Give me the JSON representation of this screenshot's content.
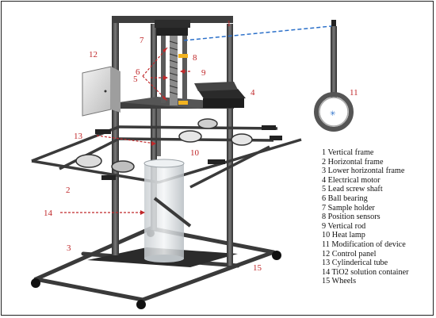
{
  "callouts": [
    {
      "id": "1",
      "text": "1"
    },
    {
      "id": "2",
      "text": "2"
    },
    {
      "id": "3",
      "text": "3"
    },
    {
      "id": "4",
      "text": "4"
    },
    {
      "id": "5",
      "text": "5"
    },
    {
      "id": "6",
      "text": "6"
    },
    {
      "id": "7",
      "text": "7"
    },
    {
      "id": "8",
      "text": "8"
    },
    {
      "id": "9",
      "text": "9"
    },
    {
      "id": "10",
      "text": "10"
    },
    {
      "id": "11",
      "text": "11"
    },
    {
      "id": "12",
      "text": "12"
    },
    {
      "id": "13",
      "text": "13"
    },
    {
      "id": "14",
      "text": "14"
    },
    {
      "id": "15",
      "text": "15"
    }
  ],
  "legend": [
    "1 Vertical frame",
    "2 Horizontal frame",
    "3 Lower horizontal frame",
    "4 Electrical motor",
    "5 Lead screw shaft",
    "6 Ball bearing",
    "7 Sample holder",
    "8 Position sensors",
    "9 Vertical rod",
    "10 Heat lamp",
    "11 Modification of device",
    "12 Control panel",
    "13 Cylinderical tube",
    "14 TiO2 solution container",
    "15 Wheels"
  ],
  "colors": {
    "frame": "#4a4a4a",
    "frame_light": "#8a8a8a",
    "callout_red": "#c0282a",
    "callout_blue": "#2a6fc9",
    "sensor_yellow": "#f2b320",
    "container": "#d9dde0"
  }
}
